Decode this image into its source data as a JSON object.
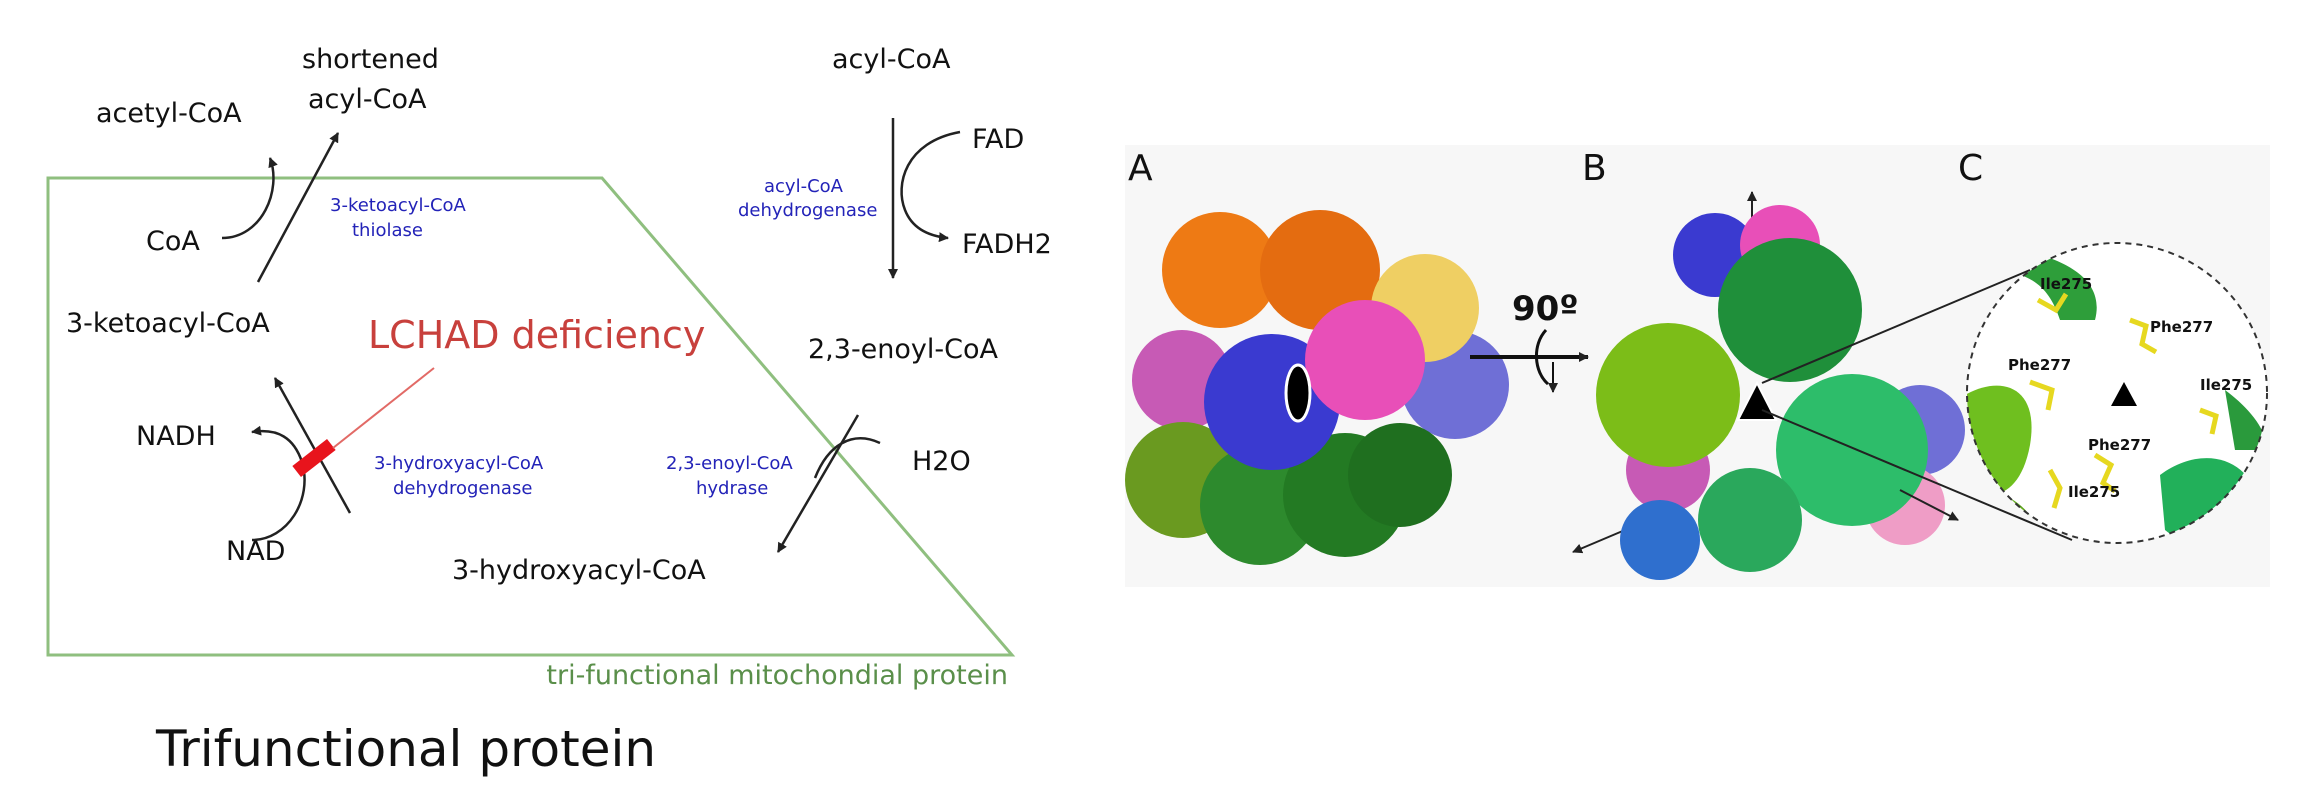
{
  "pathway": {
    "box_label": "tri-functional mitochondial protein",
    "disorder_label": "LCHAD deficiency",
    "metabolites": {
      "acetyl_coa": "acetyl-CoA",
      "shortened_1": "shortened",
      "shortened_2": "acyl-CoA",
      "acyl_coa": "acyl-CoA",
      "fad": "FAD",
      "fadh2": "FADH2",
      "coa": "CoA",
      "ketoacyl_coa": "3-ketoacyl-CoA",
      "enoyl_coa": "2,3-enoyl-CoA",
      "nadh": "NADH",
      "h2o": "H2O",
      "nad": "NAD",
      "hydroxyacyl_coa": "3-hydroxyacyl-CoA"
    },
    "enzymes": {
      "thiolase_1": "3-ketoacyl-CoA",
      "thiolase_2": "thiolase",
      "acyl_dh_1": "acyl-CoA",
      "acyl_dh_2": "dehydrogenase",
      "hydroxy_dh_1": "3-hydroxyacyl-CoA",
      "hydroxy_dh_2": "dehydrogenase",
      "hydrase_1": "2,3-enoyl-CoA",
      "hydrase_2": "hydrase"
    },
    "colors": {
      "box": "#8fbf7f",
      "box_text": "#5a8f4a",
      "enzyme": "#2323b8",
      "disorder": "#c8403c",
      "block": "#e8141c"
    }
  },
  "structure": {
    "panel_a": "A",
    "panel_b": "B",
    "panel_c": "C",
    "rotation": "90º",
    "residues": {
      "ile275_a": "Ile275",
      "phe277_a": "Phe277",
      "phe277_b": "Phe277",
      "ile275_b": "Ile275",
      "phe277_c": "Phe277",
      "ile275_c": "Ile275"
    }
  },
  "caption": "Trifunctional protein"
}
